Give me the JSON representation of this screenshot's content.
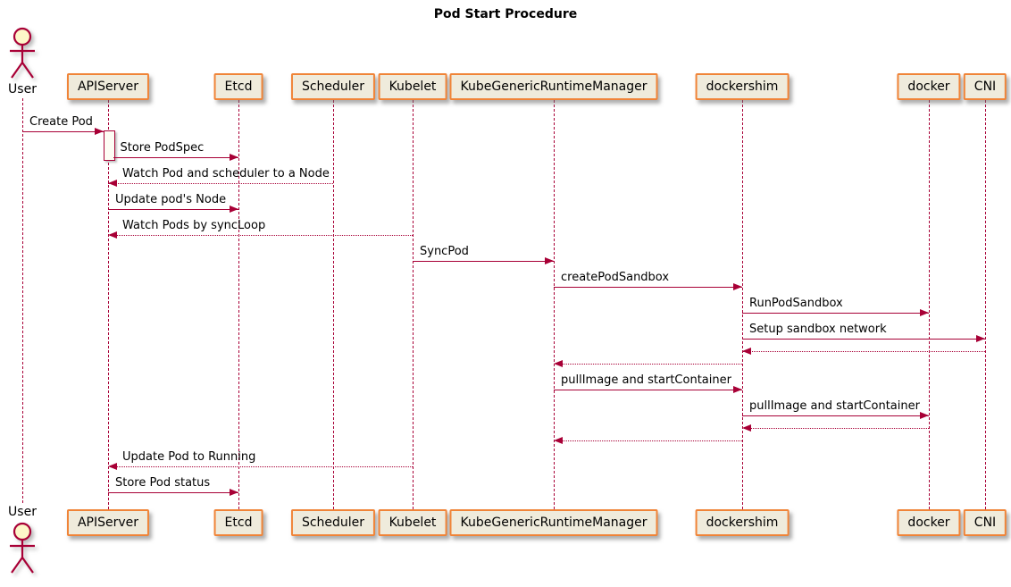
{
  "title": "Pod Start Procedure",
  "colors": {
    "line": "#A80036",
    "box_border": "#F08438",
    "box_fill": "#EFEBDC",
    "actor_head_fill": "#FDF6C9",
    "text": "#000000"
  },
  "diagram": {
    "participants": [
      {
        "id": "user",
        "label": "User",
        "type": "actor"
      },
      {
        "id": "apiserver",
        "label": "APIServer",
        "type": "box"
      },
      {
        "id": "etcd",
        "label": "Etcd",
        "type": "box"
      },
      {
        "id": "scheduler",
        "label": "Scheduler",
        "type": "box"
      },
      {
        "id": "kubelet",
        "label": "Kubelet",
        "type": "box"
      },
      {
        "id": "kgrm",
        "label": "KubeGenericRuntimeManager",
        "type": "box"
      },
      {
        "id": "dockershim",
        "label": "dockershim",
        "type": "box"
      },
      {
        "id": "docker",
        "label": "docker",
        "type": "box"
      },
      {
        "id": "cni",
        "label": "CNI",
        "type": "box"
      }
    ],
    "messages": [
      {
        "from": "user",
        "to": "apiserver",
        "label": "Create Pod",
        "style": "solid"
      },
      {
        "from": "apiserver",
        "to": "etcd",
        "label": "Store PodSpec",
        "style": "solid"
      },
      {
        "from": "scheduler",
        "to": "apiserver",
        "label": "Watch Pod and scheduler to a Node",
        "style": "dashed"
      },
      {
        "from": "apiserver",
        "to": "etcd",
        "label": "Update pod's Node",
        "style": "solid"
      },
      {
        "from": "kubelet",
        "to": "apiserver",
        "label": "Watch Pods by syncLoop",
        "style": "dashed"
      },
      {
        "from": "kubelet",
        "to": "kgrm",
        "label": "SyncPod",
        "style": "solid"
      },
      {
        "from": "kgrm",
        "to": "dockershim",
        "label": "createPodSandbox",
        "style": "solid"
      },
      {
        "from": "dockershim",
        "to": "docker",
        "label": "RunPodSandbox",
        "style": "solid"
      },
      {
        "from": "dockershim",
        "to": "cni",
        "label": "Setup sandbox network",
        "style": "solid"
      },
      {
        "from": "cni",
        "to": "dockershim",
        "label": "",
        "style": "dashed"
      },
      {
        "from": "dockershim",
        "to": "kgrm",
        "label": "",
        "style": "dashed"
      },
      {
        "from": "kgrm",
        "to": "dockershim",
        "label": "pullImage and startContainer",
        "style": "solid"
      },
      {
        "from": "dockershim",
        "to": "docker",
        "label": "pullImage and startContainer",
        "style": "solid"
      },
      {
        "from": "docker",
        "to": "dockershim",
        "label": "",
        "style": "dashed"
      },
      {
        "from": "dockershim",
        "to": "kgrm",
        "label": "",
        "style": "dashed"
      },
      {
        "from": "kubelet",
        "to": "apiserver",
        "label": "Update Pod to Running",
        "style": "dashed"
      },
      {
        "from": "apiserver",
        "to": "etcd",
        "label": "Store Pod status",
        "style": "solid"
      }
    ],
    "activations": [
      {
        "participant": "apiserver",
        "from_message": 0,
        "to_message": 1
      }
    ]
  }
}
